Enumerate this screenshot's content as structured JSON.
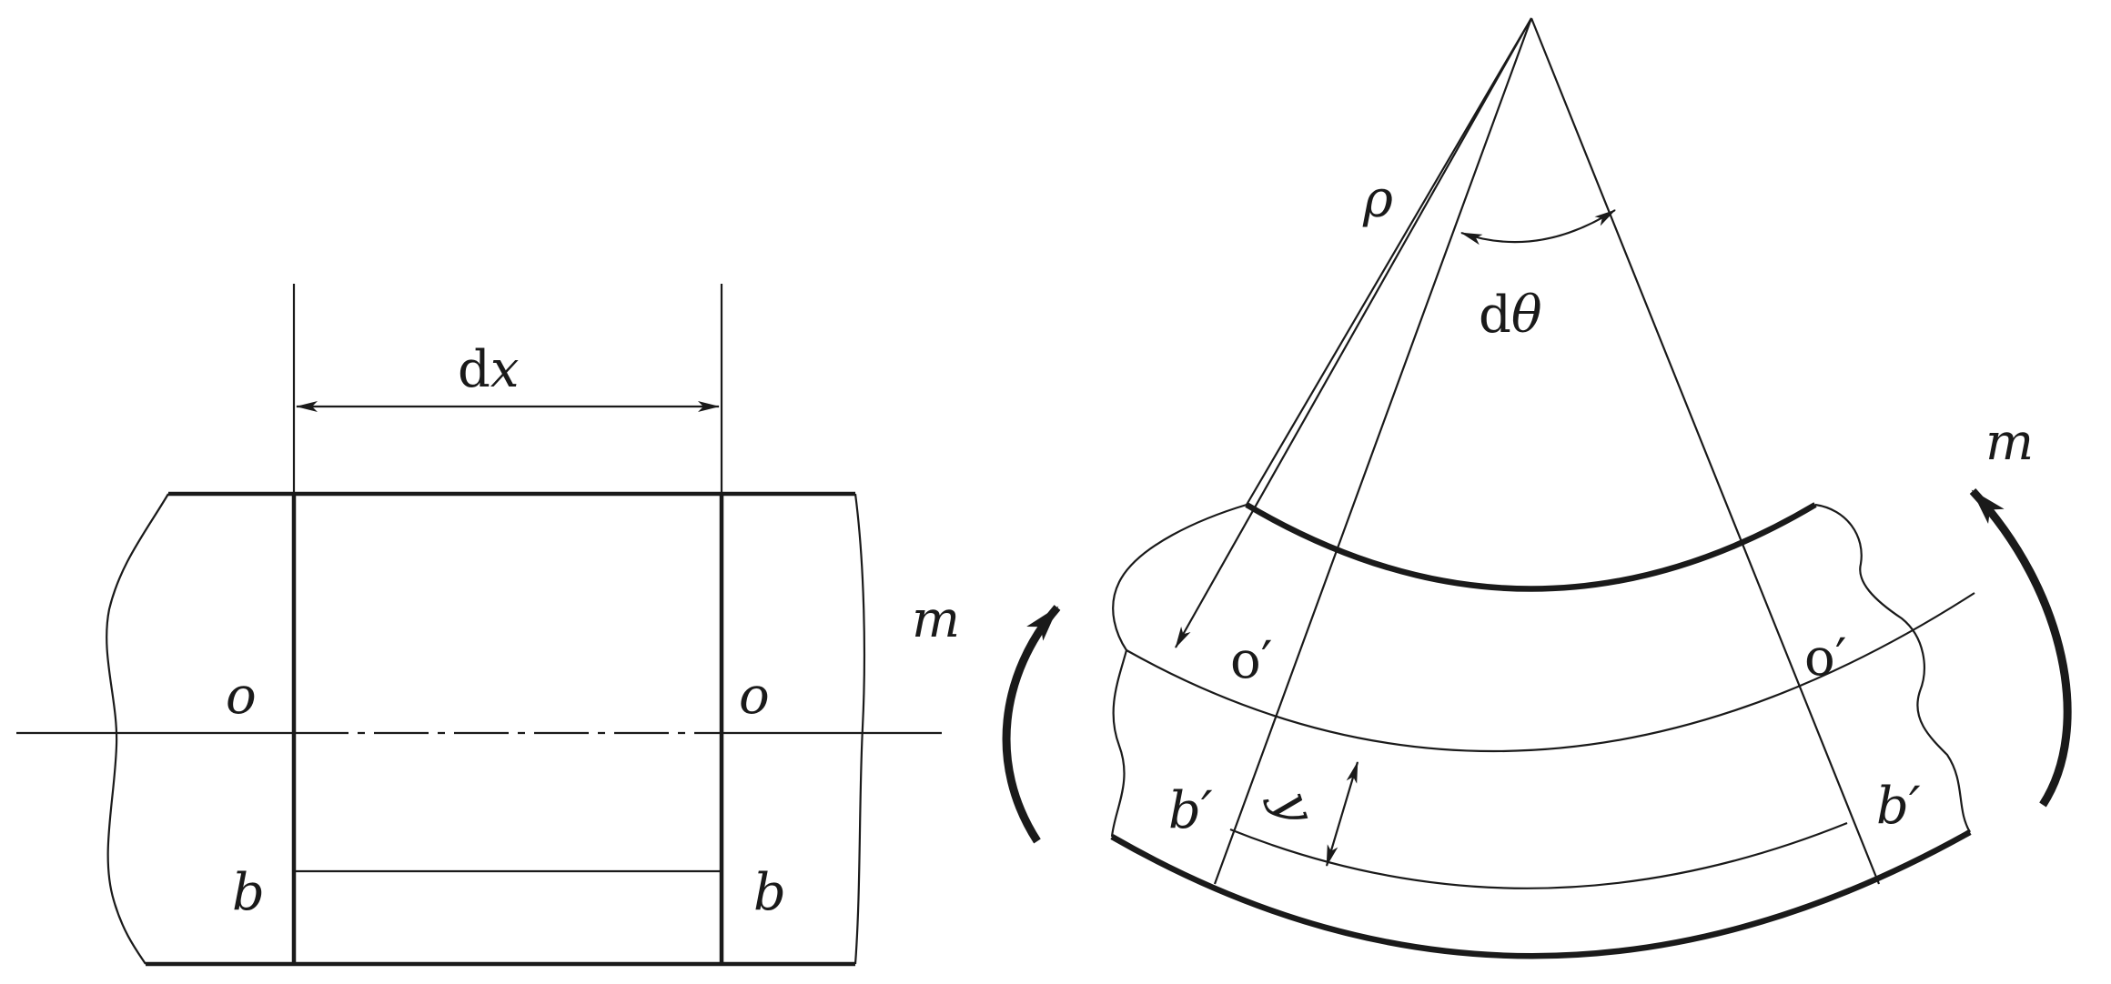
{
  "left_element": {
    "width_label": "dx",
    "axis_label_left": "o",
    "axis_label_right": "o",
    "fiber_label_left": "b",
    "fiber_label_right": "b"
  },
  "right_element": {
    "radius_label": "ρ",
    "angle_label": "dθ",
    "moment_label_left": "m",
    "moment_label_right": "m",
    "axis_label_left": "o′",
    "axis_label_right": "o′",
    "fiber_label_left": "b′",
    "fiber_label_right": "b′",
    "distance_label": "y"
  },
  "colors": {
    "ink": "#1a1a1a",
    "background": "#ffffff"
  }
}
